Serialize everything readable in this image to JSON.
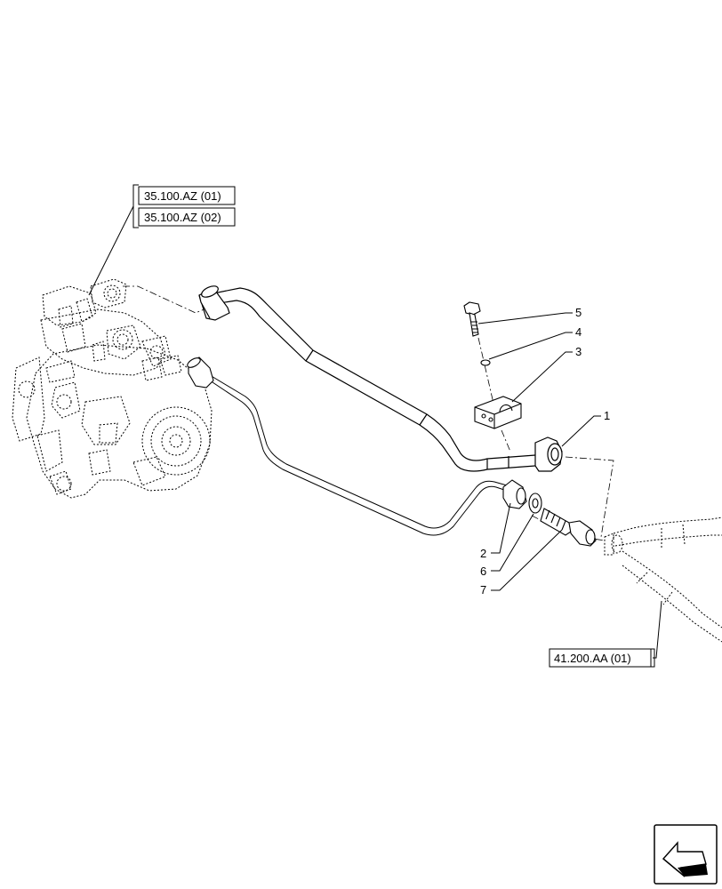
{
  "references": {
    "pump_ref_1": "35.100.AZ (01)",
    "pump_ref_2": "35.100.AZ (02)",
    "hose_ref": "41.200.AA (01)"
  },
  "callouts": [
    "1",
    "2",
    "3",
    "4",
    "5",
    "6",
    "7"
  ],
  "icons": {
    "nav_corner": "previous-page-arrow-icon"
  },
  "colors": {
    "line": "#000000",
    "background": "#ffffff"
  }
}
